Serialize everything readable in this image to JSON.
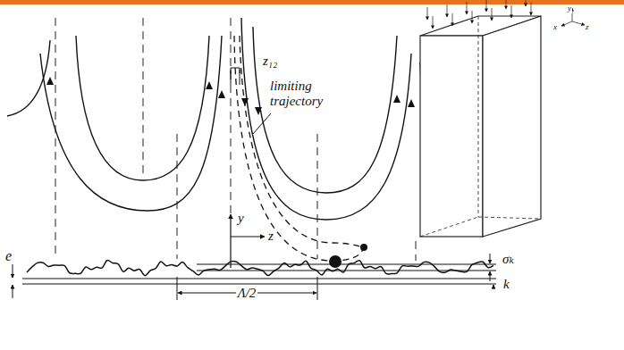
{
  "diagram": {
    "labels": [
      "z₁₂",
      "limiting trajectory",
      "y",
      "z",
      "e",
      "σₖ",
      "k",
      "Λ/2",
      "y",
      "x",
      "z"
    ]
  }
}
